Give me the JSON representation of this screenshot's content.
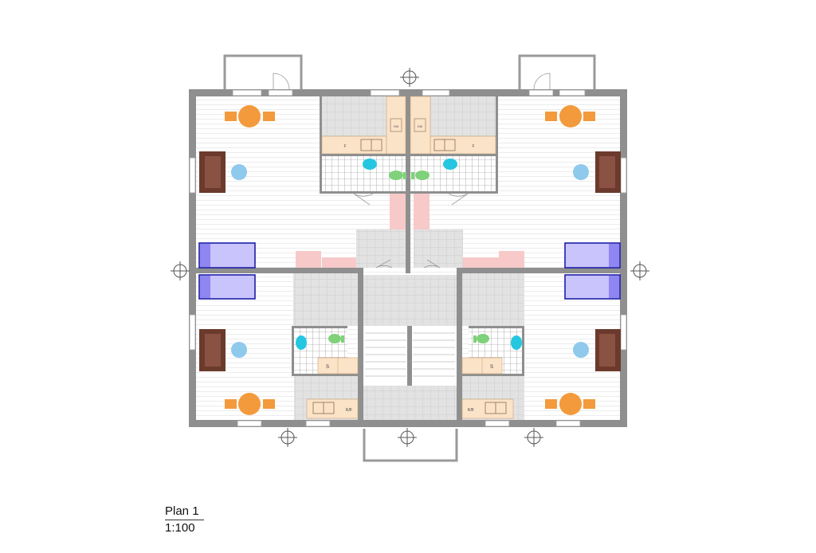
{
  "plan": {
    "title": "Plan 1",
    "scale": "1:100"
  },
  "labels": {
    "kitchen_small": "K/F",
    "storage": "S",
    "fridge": "F",
    "dishwasher": "DM"
  },
  "colors": {
    "wall": "#8f8f8f",
    "floor_lines": "#e6e6e6",
    "kitchen": "#fbe3c8",
    "tiles": "#dcdcdc",
    "bed": "#c9c4fb",
    "bed_outline": "#1e1ea8",
    "table": "#f39a3c",
    "sofa": "#6b3a2c",
    "lamp": "#8fc9ec",
    "toilet": "#7fd17a",
    "sink": "#25c6e0",
    "door_mat": "#f7c9c9"
  }
}
